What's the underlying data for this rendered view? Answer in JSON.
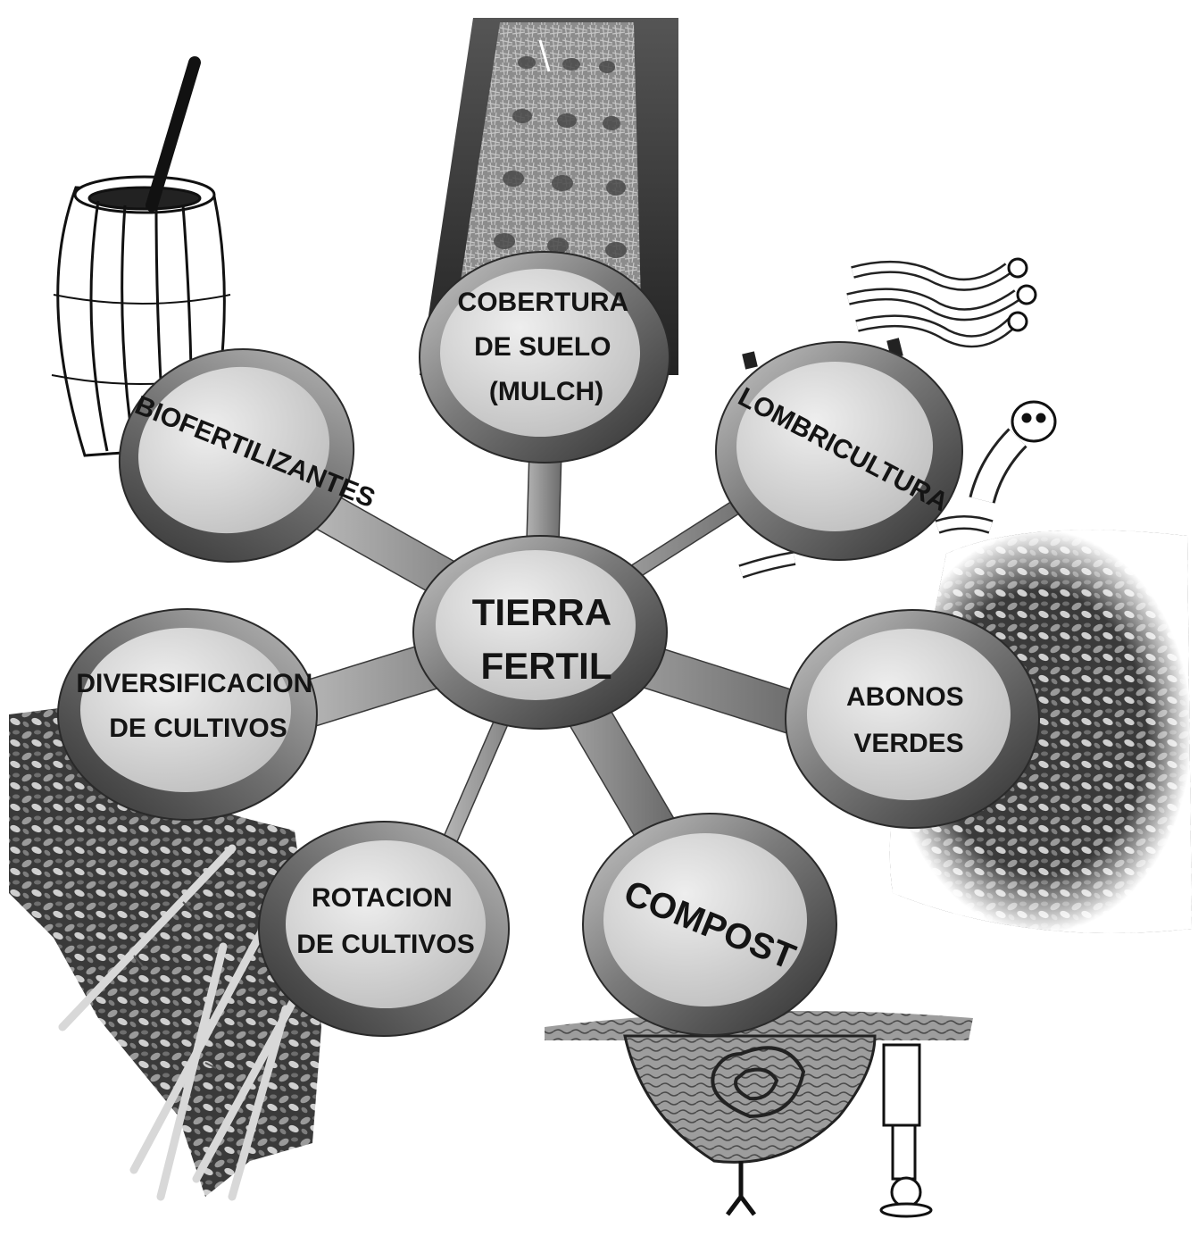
{
  "center": {
    "lines": [
      "TIERRA",
      "FERTIL"
    ]
  },
  "nodes": {
    "cobertura": {
      "lines": [
        "COBERTURA",
        "DE SUELO",
        "(MULCH)"
      ]
    },
    "biofertilizantes": {
      "lines": [
        "BIOFERTILIZANTES"
      ]
    },
    "lombricultura": {
      "lines": [
        "LOMBRICULTURA"
      ]
    },
    "diversificacion": {
      "lines": [
        "DIVERSIFICACION",
        "DE CULTIVOS"
      ]
    },
    "abonos": {
      "lines": [
        "ABONOS",
        "VERDES"
      ]
    },
    "rotacion": {
      "lines": [
        "ROTACION",
        "DE CULTIVOS"
      ]
    },
    "compost": {
      "lines": [
        "COMPOST"
      ]
    }
  },
  "illustrations": {
    "top": "mulch-bed-photo",
    "top_left": "barrel-drawing",
    "top_right": "earthworms-drawing",
    "right": "green-manure-plants-photo",
    "bottom_right": "compost-pile-drawing",
    "bottom_left": "crops-and-bamboo-photo"
  },
  "colors": {
    "rim_dark": "#3c3c3c",
    "rim_mid": "#8a8a8a",
    "face": "#d9d9d9",
    "text": "#141414",
    "connector": "#9a9a9a"
  }
}
